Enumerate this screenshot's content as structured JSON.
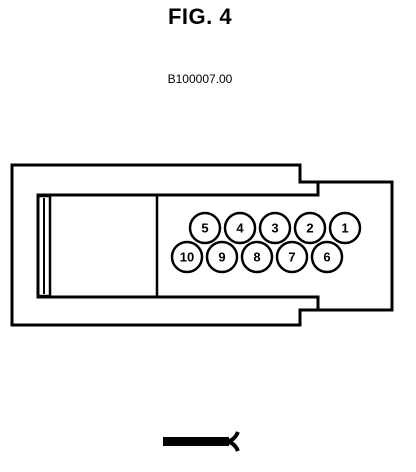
{
  "figure": {
    "title": "FIG. 4",
    "code": "B100007.00"
  },
  "connector": {
    "pins_top_row": [
      "5",
      "4",
      "3",
      "2",
      "1"
    ],
    "pins_bottom_row": [
      "10",
      "9",
      "8",
      "7",
      "6"
    ]
  },
  "symbol": {
    "icon": "connector-end-symbol-icon"
  },
  "colors": {
    "ink": "#000000",
    "paper": "#ffffff"
  }
}
